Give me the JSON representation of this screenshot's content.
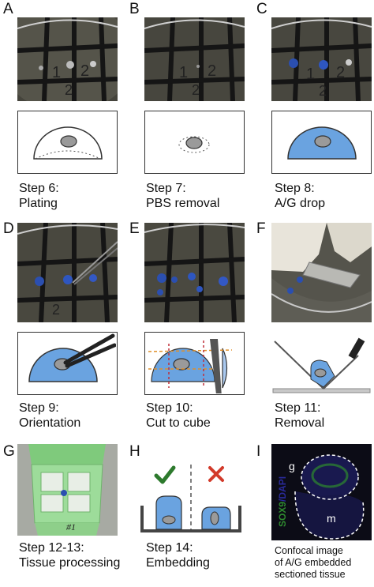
{
  "panels": {
    "A": {
      "letter": "A",
      "step": "Step 6:",
      "label": "Plating"
    },
    "B": {
      "letter": "B",
      "step": "Step 7:",
      "label": "PBS removal"
    },
    "C": {
      "letter": "C",
      "step": "Step 8:",
      "label": "A/G drop"
    },
    "D": {
      "letter": "D",
      "step": "Step 9:",
      "label": "Orientation"
    },
    "E": {
      "letter": "E",
      "step": "Step 10:",
      "label": "Cut to cube"
    },
    "F": {
      "letter": "F",
      "step": "Step 11:",
      "label": "Removal"
    },
    "G": {
      "letter": "G",
      "step": "Step 12-13:",
      "label": "Tissue processing",
      "cassette_text": "#1"
    },
    "H": {
      "letter": "H",
      "step": "Step 14:",
      "label": "Embedding"
    },
    "I": {
      "letter": "I",
      "stain_a": "SOX9",
      "stain_sep": "/",
      "stain_b": "DAPI",
      "region_g": "g",
      "region_m": "m",
      "line1": "Confocal image",
      "line2": "of A/G embedded",
      "line3": "sectioned tissue"
    }
  },
  "colors": {
    "gel_blue": "#6aa3e0",
    "tissue_gray": "#9a9a9a",
    "check_green": "#2d7a2d",
    "cross_red": "#d23a2a",
    "cut_orange": "#e0902a",
    "cut_red": "#c0303a",
    "sox9_green": "#2f8a2f",
    "dapi_blue": "#2a2a9a",
    "cassette_green": "#9ddc9a"
  },
  "icons": [
    "tweezers-icon",
    "blade-icon",
    "checkmark-icon",
    "cross-icon"
  ]
}
